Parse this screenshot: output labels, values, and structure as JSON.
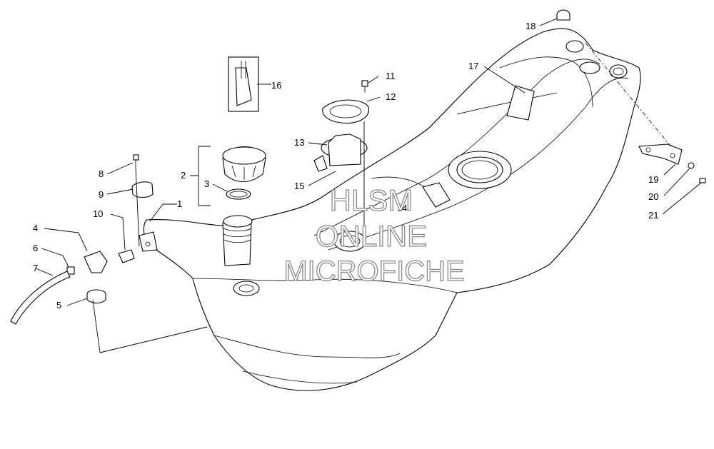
{
  "callouts": [
    "1",
    "2",
    "3",
    "4",
    "5",
    "6",
    "7",
    "8",
    "9",
    "10",
    "11",
    "12",
    "13",
    "14",
    "15",
    "16",
    "17",
    "18",
    "19",
    "20",
    "21"
  ],
  "watermark": {
    "line1": "HLSM",
    "line2": "ONLINE",
    "line3": "MICROFICHE"
  }
}
